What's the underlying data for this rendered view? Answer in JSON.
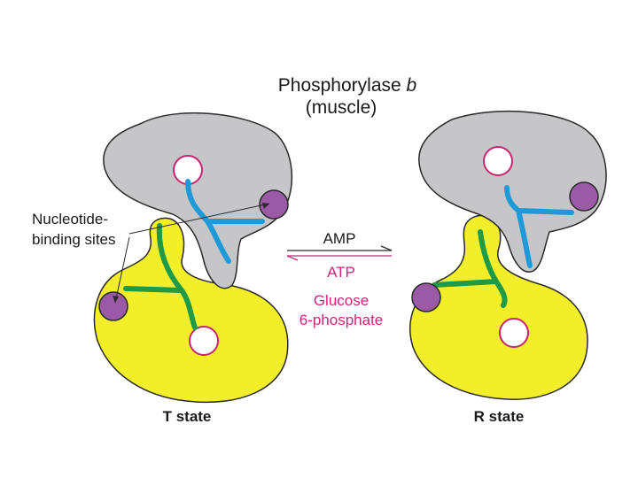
{
  "title": {
    "line1_prefix": "Phosphorylase ",
    "line1_italic": "b",
    "line2": "(muscle)"
  },
  "callout": {
    "line1": "Nucleotide-",
    "line2": "binding sites"
  },
  "equilibrium": {
    "forward": "AMP",
    "reverse_line1": "ATP",
    "reverse_line2": "Glucose",
    "reverse_line3": "6-phosphate"
  },
  "states": {
    "left": "T state",
    "right": "R state"
  },
  "colors": {
    "gray_subunit": "#c6c6c8",
    "yellow_subunit": "#f2ef2a",
    "blue_chain": "#1f9ad8",
    "green_chain": "#1f9a48",
    "nucleotide_site": "#9b5aa6",
    "catalytic_site_ring": "#c7266f",
    "reverse_arrow": "#d4237a",
    "outline": "#2a2a2a"
  }
}
